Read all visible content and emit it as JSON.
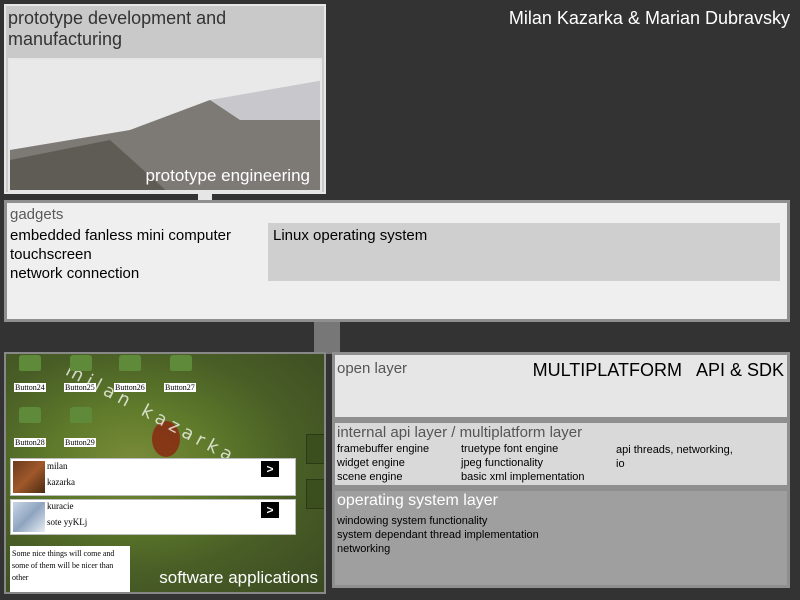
{
  "authors": "Milan Kazarka & Marian Dubravsky",
  "prototype": {
    "title": "prototype development and manufacturing",
    "caption": "prototype engineering"
  },
  "gadgets": {
    "title": "gadgets",
    "items": [
      "embedded fanless mini computer",
      "touchscreen",
      "network connection"
    ],
    "os_label": "Linux operating system"
  },
  "apps": {
    "caption": "software applications",
    "watermark": "milan kazarka",
    "buttons": [
      "Button24",
      "Button25",
      "Button26",
      "Button27",
      "Button28",
      "Button29"
    ],
    "messages": [
      {
        "line1": "milan",
        "line2": "kazarka",
        "arrow": ">"
      },
      {
        "line1": "kuracie",
        "line2": "sote yyKLj",
        "arrow": ">"
      }
    ],
    "note": "Some nice things will come and some of them will be nicer than other"
  },
  "open_layer": {
    "title": "open layer",
    "label": "MULTIPLATFORM   API & SDK"
  },
  "internal_layer": {
    "title": "internal api layer / multiplatform layer",
    "col1": [
      "framebuffer engine",
      "widget engine",
      "scene engine"
    ],
    "col2": [
      "truetype font engine",
      "jpeg functionality",
      "basic xml implementation"
    ],
    "col3": [
      "api threads, networking,",
      "io"
    ]
  },
  "os_layer": {
    "title": "operating system layer",
    "items": [
      "windowing system functionality",
      "system dependant thread implementation",
      "networking"
    ]
  },
  "colors": {
    "background": "#333333",
    "panel_light": "#efefef",
    "panel_border": "#8f8f8f",
    "os_panel": "#9f9f9f"
  }
}
